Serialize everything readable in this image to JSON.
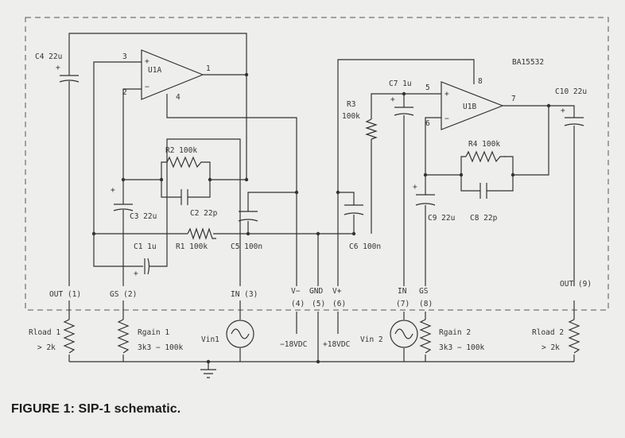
{
  "caption": "FIGURE 1: SIP-1 schematic.",
  "chip": "BA15532",
  "opamps": {
    "a": "U1A",
    "b": "U1B"
  },
  "pins": {
    "u1a_3": "3",
    "u1a_2": "2",
    "u1a_1": "1",
    "u1a_4": "4",
    "u1b_5": "5",
    "u1b_6": "6",
    "u1b_7": "7",
    "u1b_8": "8"
  },
  "components": {
    "c4": "C4  22u",
    "r2": "R2  100k",
    "c3": "C3  22u",
    "c2": "C2  22p",
    "c1": "C1  1u",
    "r1": "R1  100k",
    "c5": "C5  100n",
    "c6": "C6  100n",
    "r3_name": "R3",
    "r3_value": "100k",
    "c7": "C7  1u",
    "c10": "C10  22u",
    "r4": "R4  100k",
    "c9": "C9  22u",
    "c8": "C8  22p"
  },
  "plus_sign": "+",
  "minus_sign": "−",
  "connectors": {
    "out1": "OUT  (1)",
    "gs2": "GS  (2)",
    "in3": "IN  (3)",
    "vminus": "V−",
    "gnd": "GND",
    "vplus": "V+",
    "p4": "(4)",
    "p5": "(5)",
    "p6": "(6)",
    "in7": "IN",
    "gs8": "GS",
    "p7": "(7)",
    "p8": "(8)",
    "out9": "OUT  (9)"
  },
  "external": {
    "rload1_name": "Rload  1",
    "rload1_value": "> 2k",
    "rgain1_name": "Rgain  1",
    "rgain1_value": "3k3  −  100k",
    "vin1": "Vin1",
    "neg18": "−18VDC",
    "pos18": "+18VDC",
    "vin2": "Vin 2",
    "rgain2_name": "Rgain  2",
    "rgain2_value": "3k3  −  100k",
    "rload2_name": "Rload  2",
    "rload2_value": "> 2k"
  }
}
